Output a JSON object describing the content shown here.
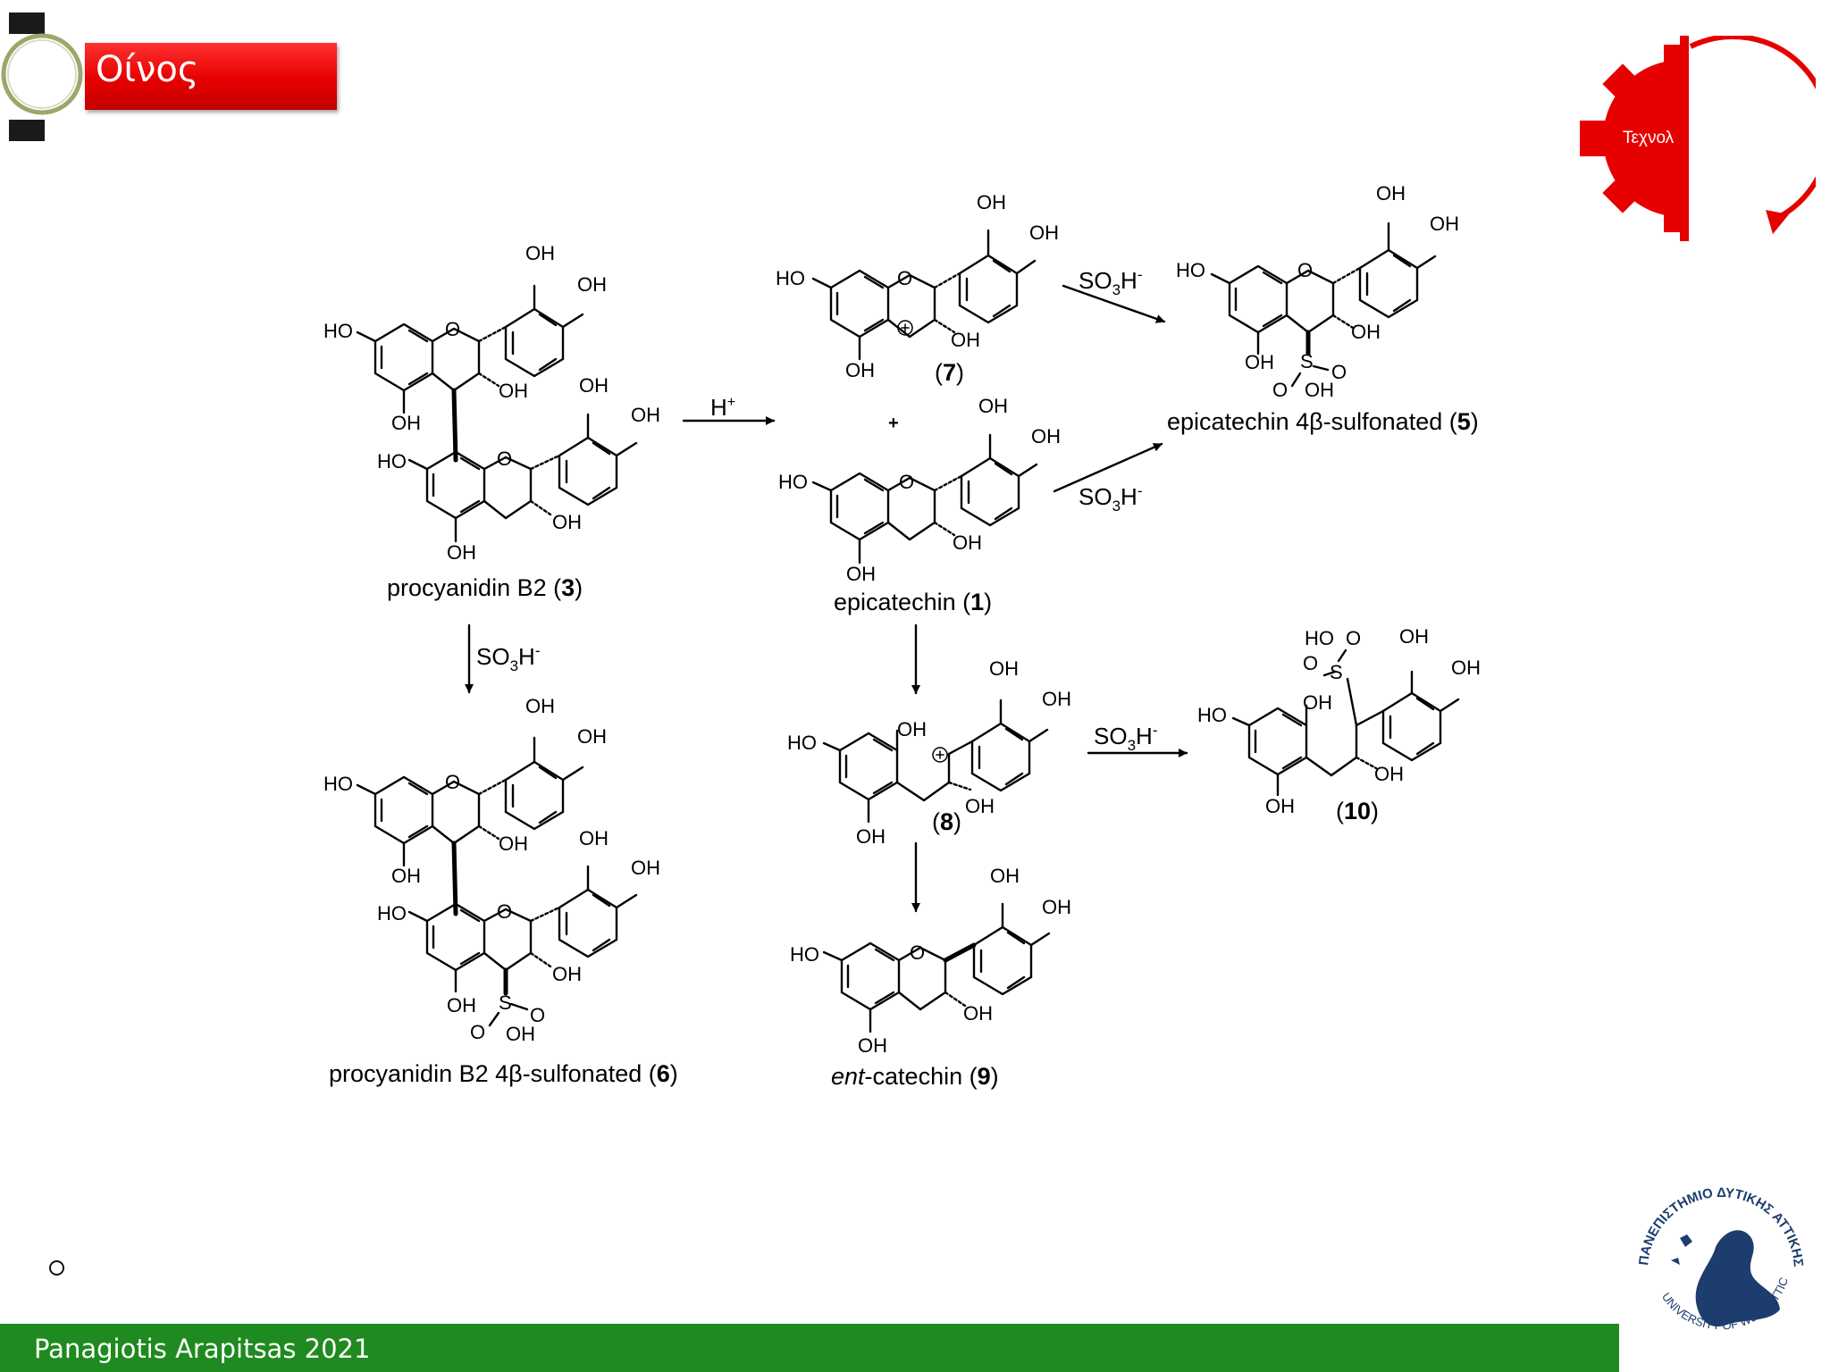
{
  "header": {
    "title": "Οίνος",
    "badge_partial": "Τεχνολ"
  },
  "footer": {
    "author": "Panagiotis Arapitsas 2021"
  },
  "compounds": {
    "c3": {
      "name": "procyanidin B2 (",
      "num": "3",
      "close": ")"
    },
    "c6": {
      "name": "procyanidin B2 4β-sulfonated (",
      "num": "6",
      "close": ")"
    },
    "c7": {
      "open": "(",
      "num": "7",
      "close": ")"
    },
    "c1": {
      "name": "epicatechin (",
      "num": "1",
      "close": ")"
    },
    "c5": {
      "name": "epicatechin 4β-sulfonated (",
      "num": "5",
      "close": ")"
    },
    "c8": {
      "open": "(",
      "num": "8",
      "close": ")"
    },
    "c9": {
      "italic": "ent",
      "name": "-catechin (",
      "num": "9",
      "close": ")"
    },
    "c10": {
      "open": "(",
      "num": "10",
      "close": ")"
    }
  },
  "reagents": {
    "acid": "H",
    "acid_sup": "+",
    "plus": "+",
    "so3": "SO",
    "so3_sub": "3",
    "so3_h": "H",
    "so3_sup": "-"
  },
  "groups": {
    "OH": "OH",
    "HO": "HO",
    "O": "O",
    "S": "S"
  },
  "logo": {
    "line1": "ΠΑΝΕΠΙΣΤΗΜΙΟ ΔΥΤΙΚΗΣ ΑΤΤΙΚΗΣ",
    "line2": "UNIVERSITY OF WEST ATTICA"
  },
  "colors": {
    "red": "#e60000",
    "green": "#1f8a1f",
    "logo_blue": "#1d3d6e"
  }
}
